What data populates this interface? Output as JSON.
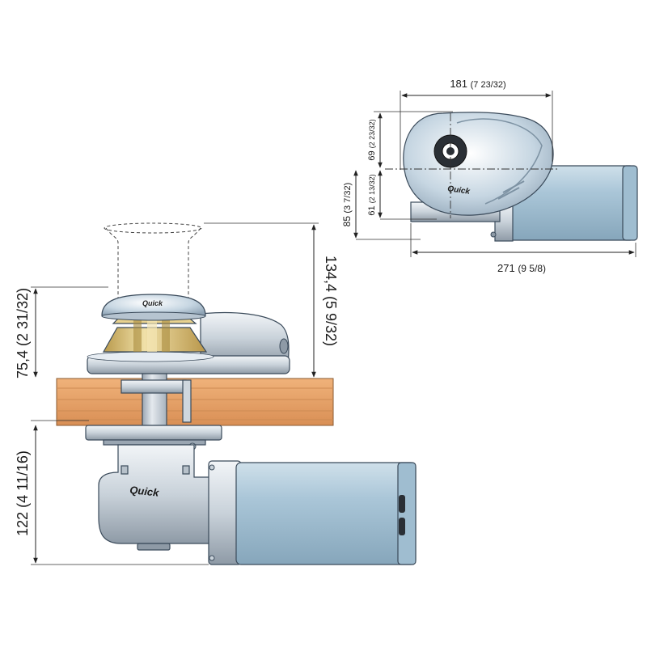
{
  "top_view": {
    "dim_width": {
      "value": "181",
      "imperial": "(7 23/32)"
    },
    "dim_upper": {
      "value": "69",
      "imperial": "(2 23/32)"
    },
    "dim_lower": {
      "value": "61",
      "imperial": "(2 13/32)"
    },
    "dim_total_height": {
      "value": "85",
      "imperial": "(3 7/32)"
    },
    "dim_total_length": {
      "value": "271",
      "imperial": "(9 5/8)"
    },
    "brand": "Quick"
  },
  "side_view": {
    "dim_above_deck": {
      "value": "75,4",
      "imperial": "(2 31/32)"
    },
    "dim_clearance": {
      "value": "134,4",
      "imperial": "(5 9/32)"
    },
    "dim_below_deck": {
      "value": "122",
      "imperial": "(4 11/16)"
    },
    "brand": "Quick"
  },
  "colors": {
    "motor": "#a9c6d8",
    "deck_wood": "#e8a066",
    "gypsy_gold": "#d9c17a",
    "housing_silver": "#c9d3dc",
    "lines": "#222222"
  }
}
